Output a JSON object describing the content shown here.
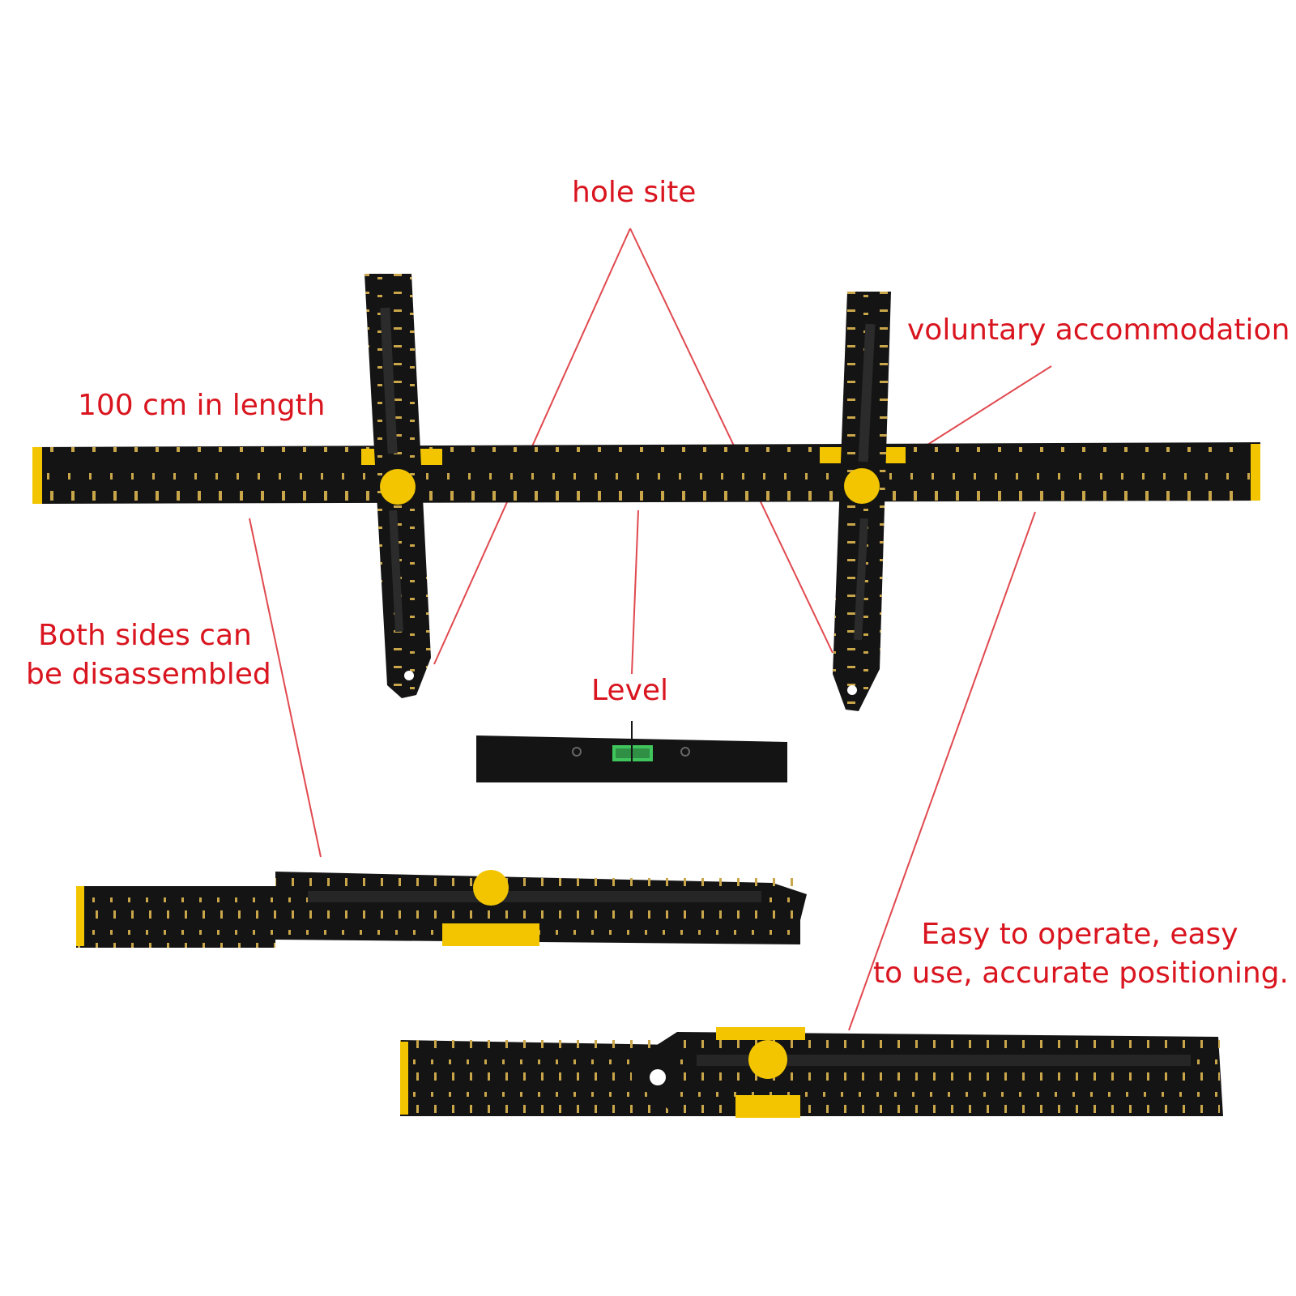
{
  "callouts": {
    "hole_site": "hole site",
    "voluntary_accommodation": "voluntary accommodation",
    "length": "100 cm in length",
    "both_sides": [
      "Both sides can",
      "be disassembled"
    ],
    "level": "Level",
    "easy": [
      "Easy to operate, easy",
      "to use, accurate positioning."
    ]
  },
  "colors": {
    "callout_text": "#d9151f",
    "leader_line": "#e0494f",
    "ruler_body": "#141414",
    "ruler_accent": "#f2c500",
    "markings": "#c9a64a",
    "bubble": "#3fc55c"
  },
  "product_parts": [
    "main-ruler",
    "left-arm",
    "right-arm",
    "level-module",
    "disassembled-section-left",
    "disassembled-section-right"
  ]
}
